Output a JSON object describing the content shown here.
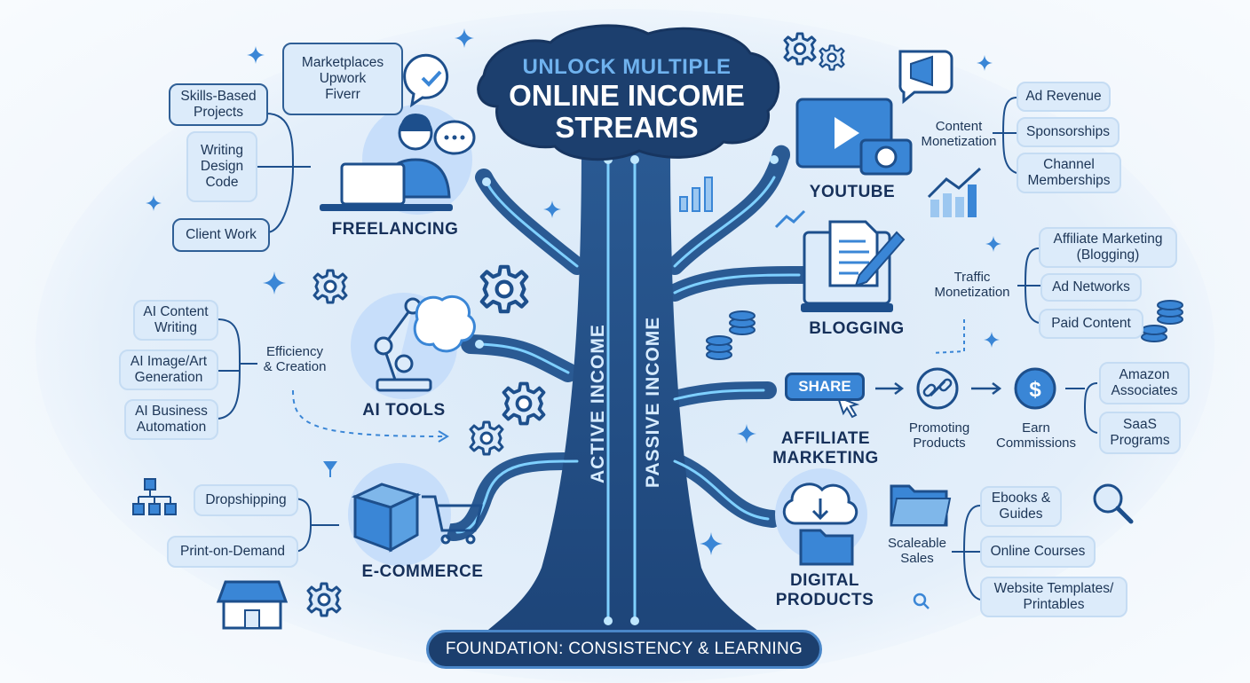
{
  "title": {
    "line1": "UNLOCK MULTIPLE",
    "line2": "ONLINE INCOME\nSTREAMS"
  },
  "foundation": "FOUNDATION: CONSISTENCY & LEARNING",
  "trunk": {
    "active": "ACTIVE INCOME",
    "passive": "PASSIVE INCOME"
  },
  "freelancing": {
    "label": "FREELANCING",
    "marketplaces": "Marketplaces\nUpwork\nFiverr",
    "skills": "Skills-Based\nProjects",
    "types": "Writing\nDesign\nCode",
    "client": "Client Work"
  },
  "ai_tools": {
    "label": "AI TOOLS",
    "center": "Efficiency\n& Creation",
    "items": [
      "AI Content\nWriting",
      "AI Image/Art\nGeneration",
      "AI Business\nAutomation"
    ]
  },
  "ecommerce": {
    "label": "E-COMMERCE",
    "items": [
      "Dropshipping",
      "Print-on-Demand"
    ]
  },
  "youtube": {
    "label": "YOUTUBE",
    "center": "Content\nMonetization",
    "items": [
      "Ad Revenue",
      "Sponsorships",
      "Channel\nMemberships"
    ]
  },
  "blogging": {
    "label": "BLOGGING",
    "center": "Traffic\nMonetization",
    "items": [
      "Affiliate Marketing\n(Blogging)",
      "Ad Networks",
      "Paid Content"
    ]
  },
  "affiliate": {
    "label": "AFFILIATE\nMARKETING",
    "share": "SHARE",
    "step1": "Promoting\nProducts",
    "step2": "Earn\nCommissions",
    "items": [
      "Amazon\nAssociates",
      "SaaS\nPrograms"
    ]
  },
  "digital": {
    "label": "DIGITAL\nPRODUCTS",
    "center": "Scaleable\nSales",
    "items": [
      "Ebooks &\nGuides",
      "Online Courses",
      "Website Templates/\nPrintables"
    ]
  },
  "colors": {
    "navy": "#1c3f6e",
    "accent": "#3a86d6",
    "light": "#dcebfa",
    "glow": "#7fd0ff"
  },
  "icons": [
    "check-chat-icon",
    "headset-person-icon",
    "laptop-icon",
    "robot-arm-icon",
    "brain-icon",
    "gear-icon",
    "box-icon",
    "shopping-cart-icon",
    "storefront-icon",
    "org-chart-icon",
    "funnel-icon",
    "play-video-icon",
    "camera-icon",
    "megaphone-icon",
    "bar-chart-icon",
    "trend-chart-icon",
    "document-pen-icon",
    "coins-icon",
    "link-icon",
    "dollar-coin-icon",
    "cursor-hand-icon",
    "cloud-download-icon",
    "folder-icon",
    "search-icon",
    "sparkle-icon"
  ]
}
